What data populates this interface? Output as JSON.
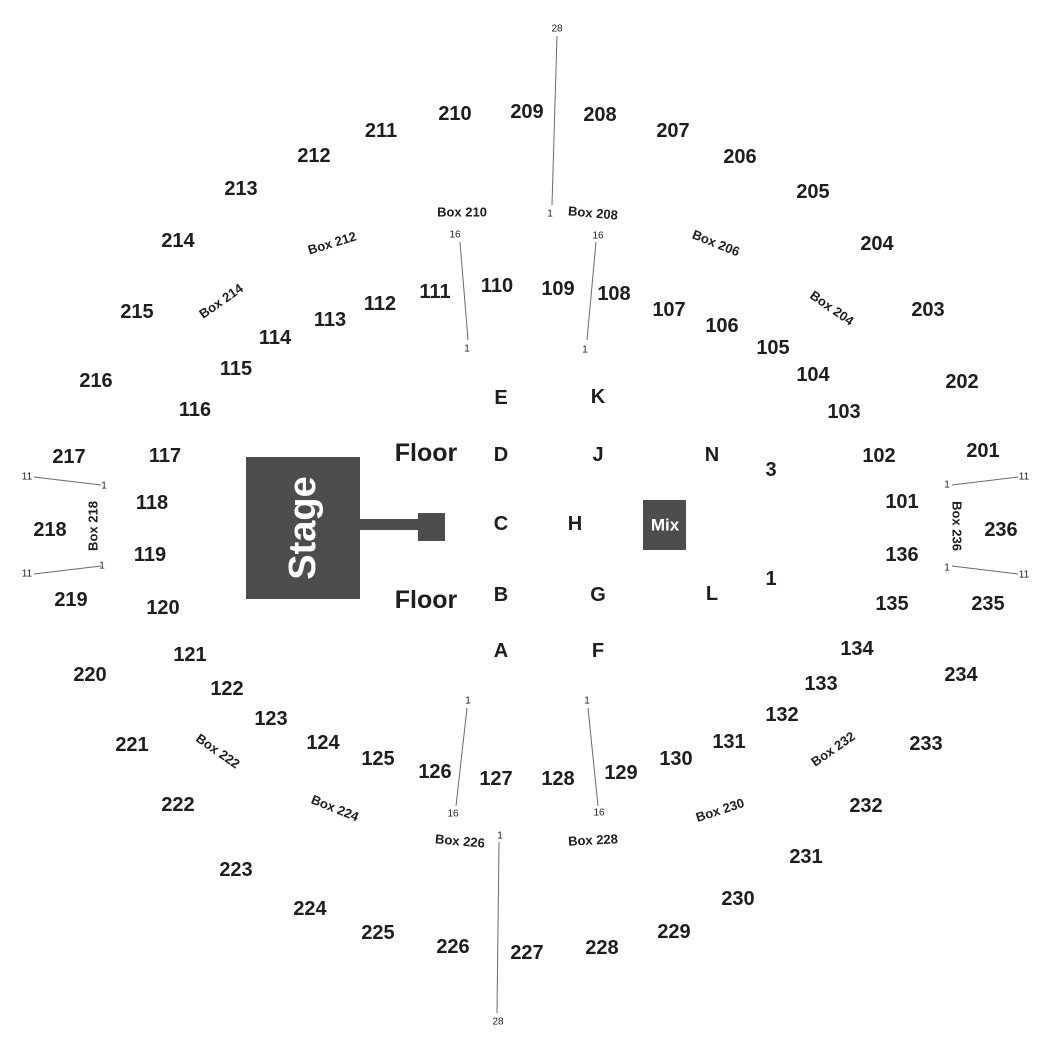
{
  "colors": {
    "stage_fill": "#4d4d4d",
    "mix_fill": "#4d4d4d",
    "text": "#1e1e1e",
    "aisle_line": "#6a6a6a"
  },
  "stage": {
    "label": "Stage"
  },
  "mix": {
    "label": "Mix"
  },
  "floor_labels": [
    "Floor",
    "Floor"
  ],
  "floor_sections": [
    "A",
    "B",
    "C",
    "D",
    "E",
    "F",
    "G",
    "H",
    "J",
    "K",
    "L",
    "N",
    "1",
    "3"
  ],
  "sections_100": [
    "101",
    "102",
    "103",
    "104",
    "105",
    "106",
    "107",
    "108",
    "109",
    "110",
    "111",
    "112",
    "113",
    "114",
    "115",
    "116",
    "117",
    "118",
    "119",
    "120",
    "121",
    "122",
    "123",
    "124",
    "125",
    "126",
    "127",
    "128",
    "129",
    "130",
    "131",
    "132",
    "133",
    "134",
    "135",
    "136"
  ],
  "sections_200": [
    "201",
    "202",
    "203",
    "204",
    "205",
    "206",
    "207",
    "208",
    "209",
    "210",
    "211",
    "212",
    "213",
    "214",
    "215",
    "216",
    "217",
    "218",
    "219",
    "220",
    "221",
    "222",
    "223",
    "224",
    "225",
    "226",
    "227",
    "228",
    "229",
    "230",
    "231",
    "232",
    "233",
    "234",
    "235",
    "236"
  ],
  "boxes": [
    "Box 204",
    "Box 206",
    "Box 208",
    "Box 210",
    "Box 212",
    "Box 214",
    "Box 218",
    "Box 222",
    "Box 224",
    "Box 226",
    "Box 228",
    "Box 230",
    "Box 232",
    "Box 236"
  ],
  "row_markers": [
    {
      "first": "1",
      "last": "28"
    },
    {
      "first": "1",
      "last": "16"
    },
    {
      "first": "1",
      "last": "16"
    },
    {
      "first": "1",
      "last": "11"
    },
    {
      "first": "1",
      "last": "11"
    },
    {
      "first": "1",
      "last": "11"
    },
    {
      "first": "1",
      "last": "11"
    },
    {
      "first": "1",
      "last": "16"
    },
    {
      "first": "1",
      "last": "16"
    },
    {
      "first": "1",
      "last": "28"
    }
  ]
}
